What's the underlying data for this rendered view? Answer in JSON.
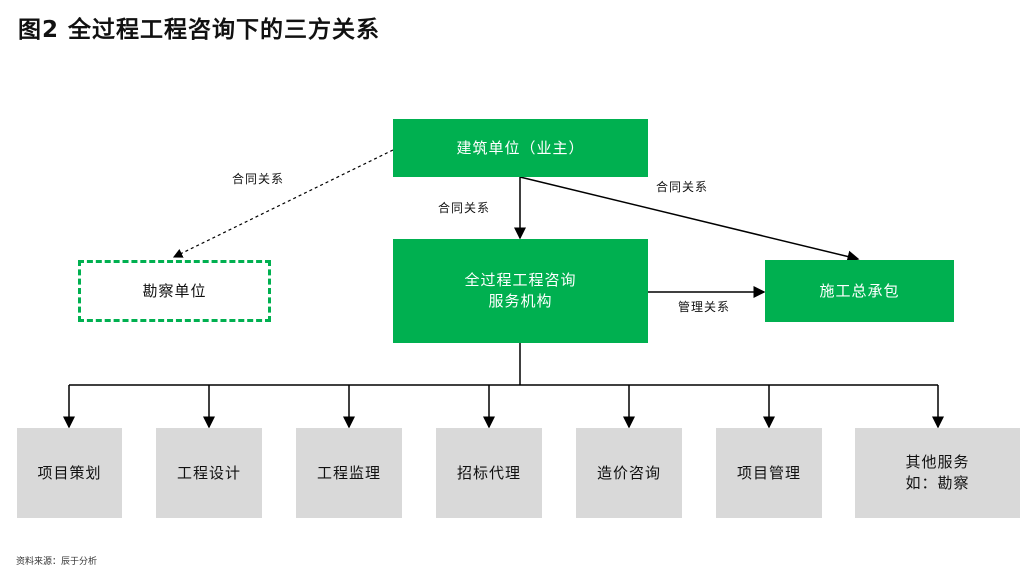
{
  "title": "图2  全过程工程咨询下的三方关系",
  "nodes": {
    "owner": "建筑单位（业主）",
    "consultant_line1": "全过程工程咨询",
    "consultant_line2": "服务机构",
    "survey": "勘察单位",
    "contractor": "施工总承包"
  },
  "relations": {
    "owner_survey": "合同关系",
    "owner_consultant": "合同关系",
    "owner_contractor": "合同关系",
    "consultant_contractor": "管理关系"
  },
  "services": [
    {
      "line1": "项目策划",
      "line2": ""
    },
    {
      "line1": "工程设计",
      "line2": ""
    },
    {
      "line1": "工程监理",
      "line2": ""
    },
    {
      "line1": "招标代理",
      "line2": ""
    },
    {
      "line1": "造价咨询",
      "line2": ""
    },
    {
      "line1": "项目管理",
      "line2": ""
    },
    {
      "line1": "其他服务",
      "line2": "如：勘察"
    }
  ],
  "footer": "资料来源：辰于分析",
  "colors": {
    "green": "#00B050",
    "gray": "#D9D9D9"
  }
}
